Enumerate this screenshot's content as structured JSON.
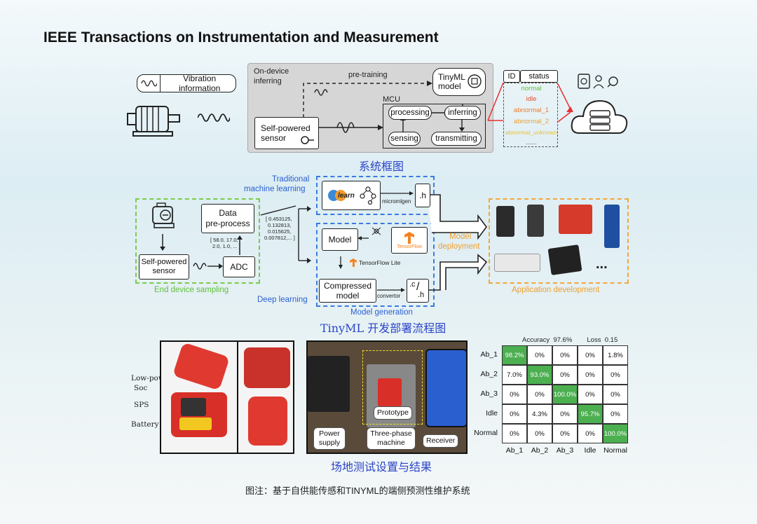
{
  "title": "IEEE Transactions on Instrumentation and Measurement",
  "framework": {
    "vibration_info": "Vibration information",
    "on_device_line1": "On-device",
    "on_device_line2": "inferring",
    "pre_training": "pre-training",
    "tinyml_line1": "TinyML",
    "tinyml_line2": "model",
    "mcu": "MCU",
    "self_powered_line1": "Self-powered",
    "self_powered_line2": "sensor",
    "processing": "processing",
    "inferring": "inferring",
    "sensing": "sensing",
    "transmitting": "transmitting",
    "table_id": "ID",
    "table_status": "status",
    "statuses": [
      {
        "text": "normal",
        "color": "#5fbf3a"
      },
      {
        "text": "idle",
        "color": "#e84a2a"
      },
      {
        "text": "abnormal_1",
        "color": "#f07a2a"
      },
      {
        "text": "abnormal_2",
        "color": "#f0a030"
      },
      {
        "text": "abnormal_unknown",
        "color": "#f0c030"
      },
      {
        "text": "......",
        "color": "#555555"
      }
    ],
    "caption": "系统框图"
  },
  "deploy": {
    "traditional_line1": "Traditional",
    "traditional_line2": "machine learning",
    "learn_logo": "learn",
    "micromlgen": "micromlgen",
    "h_file": ".h",
    "data_pre_line1": "Data",
    "data_pre_line2": "pre-process",
    "vector1": "[ 0.453125,",
    "vector2": "0.132813,",
    "vector3": "0.015625,",
    "vector4": "0.007812,... ]",
    "raw1": "[ 58.0, 17.0,",
    "raw2": "2.0, 1.0, ... ]",
    "self_powered_line1": "Self-powered",
    "self_powered_line2": "sensor",
    "adc": "ADC",
    "end_device": "End device sampling",
    "model": "Model",
    "tensorflow": "TensorFlow",
    "tflite": "TensorFlow Lite",
    "compressed_line1": "Compressed",
    "compressed_line2": "model",
    "convertor": "convertor",
    "c_file": ".c",
    "h_file2": ".h",
    "deep_learning": "Deep learning",
    "model_generation": "Model generation",
    "model_deployment_line1": "Model",
    "model_deployment_line2": "deployment",
    "app_dev": "Application development",
    "ellipsis": "...",
    "caption": "TinyML 开发部署流程图"
  },
  "field": {
    "low_power_line1": "Low-power",
    "low_power_line2": "Soc",
    "sps": "SPS",
    "battery": "Battery",
    "power_line1": "Power",
    "power_line2": "supply",
    "prototype": "Prototype",
    "three_phase_line1": "Three-phase",
    "three_phase_line2": "machine",
    "receiver": "Receiver",
    "caption": "场地测试设置与结果"
  },
  "chart_data": {
    "type": "heatmap",
    "title": "Accuracy  97.6%        Loss  0.15",
    "rows": [
      "Ab_1",
      "Ab_2",
      "Ab_3",
      "Idle",
      "Normal"
    ],
    "cols": [
      "Ab_1",
      "Ab_2",
      "Ab_3",
      "Idle",
      "Normal"
    ],
    "values": [
      [
        "98.2%",
        "0%",
        "0%",
        "0%",
        "1.8%"
      ],
      [
        "7.0%",
        "93.0%",
        "0%",
        "0%",
        "0%"
      ],
      [
        "0%",
        "0%",
        "100.0%",
        "0%",
        "0%"
      ],
      [
        "0%",
        "4.3%",
        "0%",
        "95.7%",
        "0%"
      ],
      [
        "0%",
        "0%",
        "0%",
        "0%",
        "100.0%"
      ]
    ],
    "highlight_color": "#4caf50"
  },
  "footer": "图注：基于自供能传感和TINYML的端侧预测性维护系统"
}
